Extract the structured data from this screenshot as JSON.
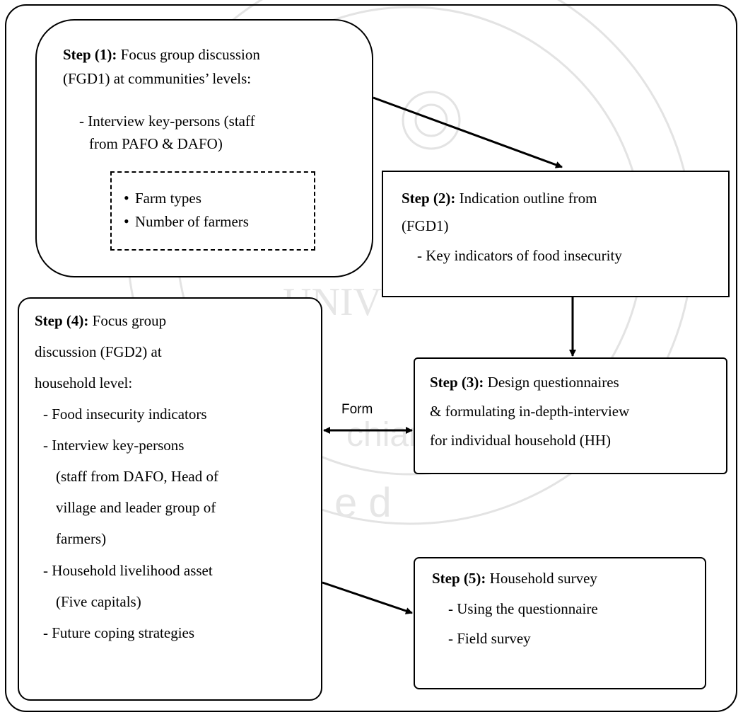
{
  "step1": {
    "label": "Step (1):",
    "title_rest": " Focus group discussion",
    "title_line2": "(FGD1) at communities’ levels:",
    "item1_line1": "- Interview key-persons (staff",
    "item1_line2": "from PAFO & DAFO)",
    "bullets": [
      "Farm types",
      "Number of farmers"
    ]
  },
  "step2": {
    "label": "Step (2):",
    "title_rest": " Indication outline from",
    "title_line2": "(FGD1)",
    "item1": "- Key indicators of food insecurity"
  },
  "step3": {
    "label": "Step (3):",
    "title_rest": " Design questionnaires",
    "line2": "& formulating in-depth-interview",
    "line3": "for individual household (HH)"
  },
  "step4": {
    "label": "Step (4):",
    "title_rest": " Focus group",
    "line2": "discussion (FGD2) at",
    "line3": "household level:",
    "item1": "- Food insecurity indicators",
    "item2_line1": "- Interview key-persons",
    "item2_line2": "(staff from DAFO, Head of",
    "item2_line3": "village and leader group of",
    "item2_line4": "farmers)",
    "item3_line1": "- Household livelihood asset",
    "item3_line2": "(Five capitals)",
    "item4": "- Future coping strategies"
  },
  "step5": {
    "label": "Step (5):",
    "title_rest": " Household survey",
    "item1": "- Using the questionnaire",
    "item2": "- Field survey"
  },
  "edge_label": "Form",
  "watermark": {
    "text_line1": "UNIV",
    "text_line2": "chiang",
    "text_line3": "s   r e s e r v e d"
  }
}
